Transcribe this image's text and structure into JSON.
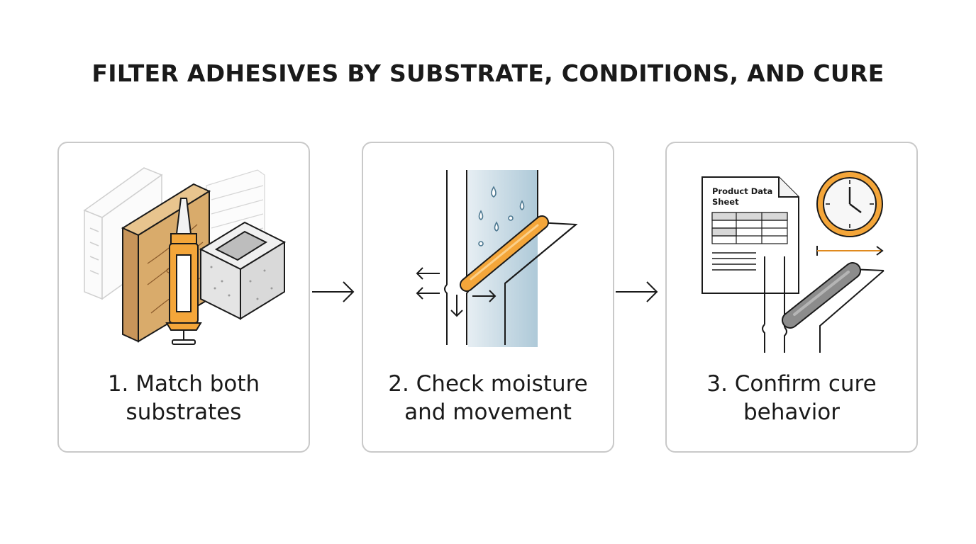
{
  "title": "FILTER ADHESIVES BY SUBSTRATE, CONDITIONS, AND CURE",
  "steps": [
    {
      "line1": "1. Match both",
      "line2": "substrates"
    },
    {
      "line1": "2. Check moisture",
      "line2": "and movement"
    },
    {
      "line1": "3. Confirm cure",
      "line2": "behavior"
    }
  ],
  "datasheet": {
    "title1": "Product Data",
    "title2": "Sheet"
  },
  "colors": {
    "accent": "#f4a63a",
    "wood": "#d9ab6b",
    "concrete": "#e4e4e4",
    "water": "#aec9d8",
    "border": "#c9c9c9"
  }
}
